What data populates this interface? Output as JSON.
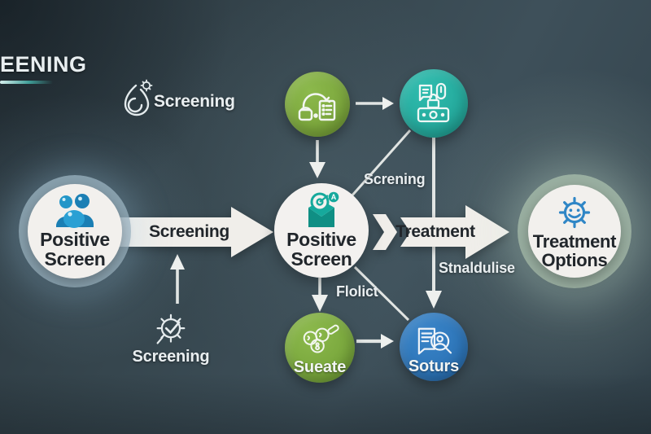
{
  "page": {
    "partial_title": "EENING"
  },
  "colors": {
    "background": "#36454d",
    "green_node": "#7ca73d",
    "teal_node": "#23a79a",
    "blue_node": "#2b72b5",
    "white_node": "#f2f0ed",
    "left_ring": "#9db7c5",
    "right_ring": "#a9bfad",
    "arrow_white": "#f0eeea",
    "dark_text": "#21262b",
    "light_text": "#e9eef0",
    "icon_blue": "#2f86c6",
    "icon_teal": "#16a99c",
    "title_underline": "#3f9d97"
  },
  "flow": {
    "left_node": {
      "line1": "Positive",
      "line2": "Screen"
    },
    "center_node": {
      "line1": "Positive",
      "line2": "Screen"
    },
    "right_node": {
      "line1": "Treatment",
      "line2": "Options"
    },
    "bottom_green_node": {
      "label": "Sueate"
    },
    "bottom_blue_node": {
      "label": "Soturs"
    },
    "arrow_left_label": "Screening",
    "arrow_right_label": "Treatment"
  },
  "annotations": {
    "screening_top": "Screening",
    "screening_bottom": "Screening",
    "screning_diagonal": "Screning",
    "flolict": "Flolict",
    "stnaldulise": "Stnaldulise"
  }
}
